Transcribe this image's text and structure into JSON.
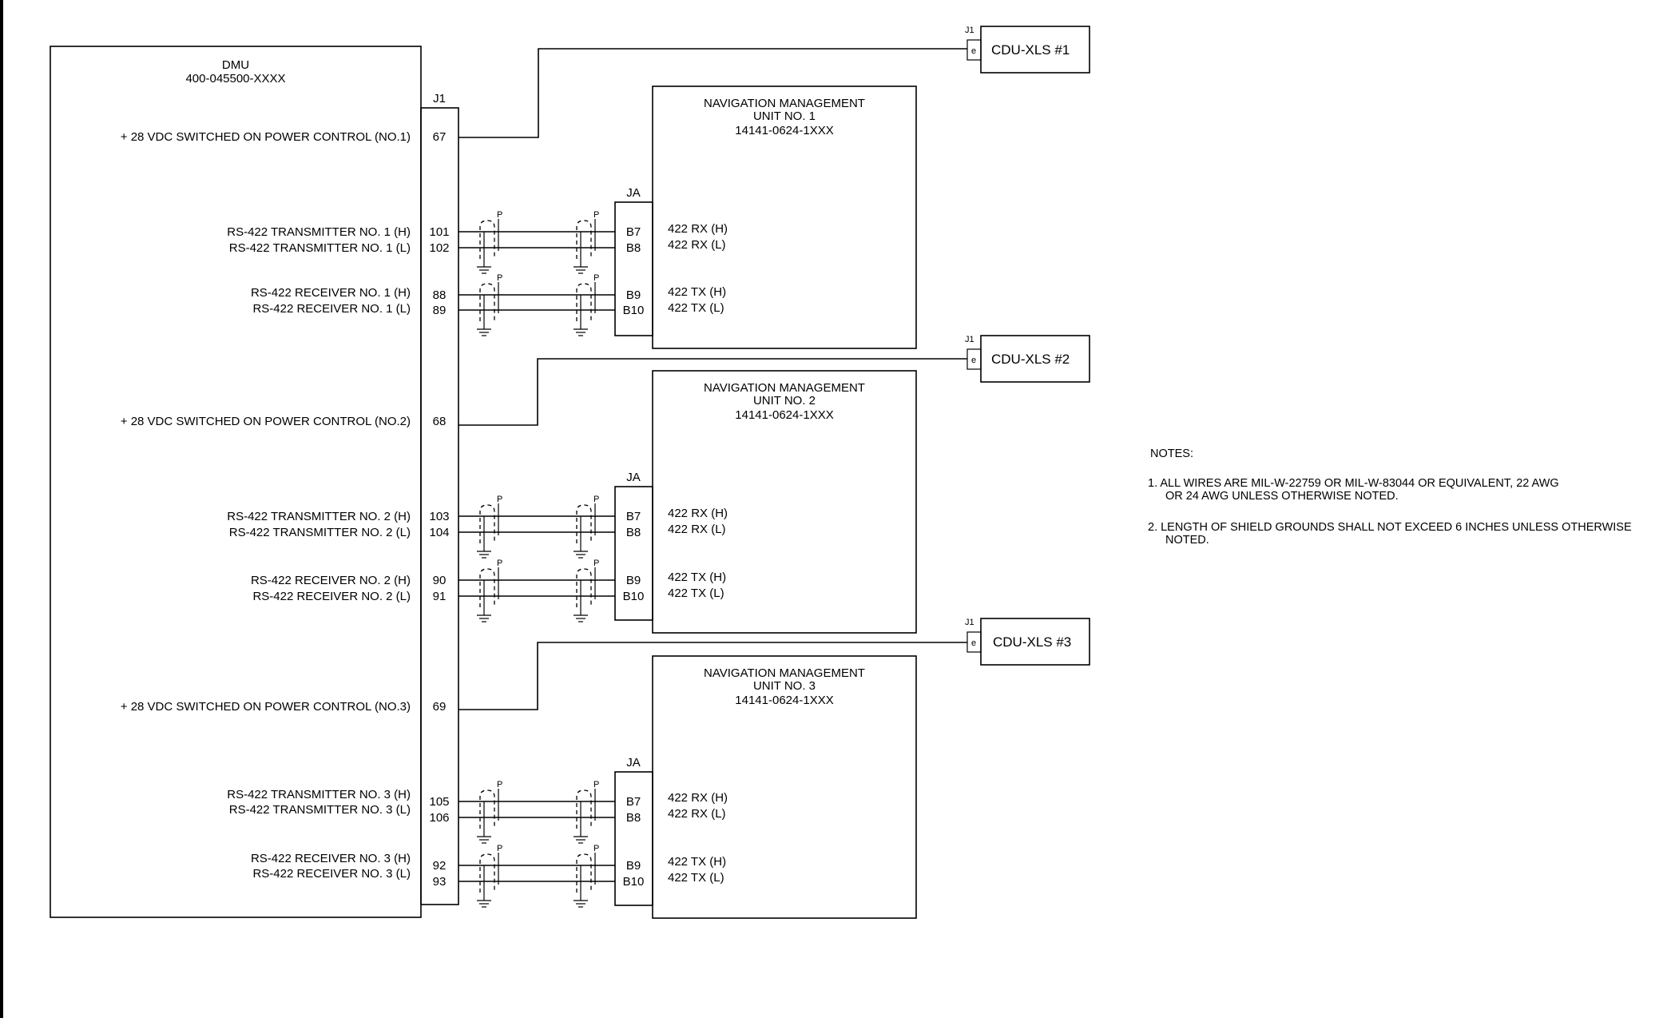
{
  "dmu": {
    "title": "DMU",
    "part_number": "400-045500-XXXX",
    "connector": "J1",
    "signals": [
      {
        "label": "+ 28 VDC SWITCHED ON POWER CONTROL (NO.1)",
        "pin": "67"
      },
      {
        "label": "RS-422 TRANSMITTER NO. 1 (H)",
        "pin": "101"
      },
      {
        "label": "RS-422 TRANSMITTER NO. 1 (L)",
        "pin": "102"
      },
      {
        "label": "RS-422 RECEIVER NO. 1 (H)",
        "pin": "88"
      },
      {
        "label": "RS-422 RECEIVER NO. 1 (L)",
        "pin": "89"
      },
      {
        "label": "+ 28 VDC SWITCHED ON POWER CONTROL (NO.2)",
        "pin": "68"
      },
      {
        "label": "RS-422 TRANSMITTER NO. 2 (H)",
        "pin": "103"
      },
      {
        "label": "RS-422 TRANSMITTER NO. 2 (L)",
        "pin": "104"
      },
      {
        "label": "RS-422 RECEIVER NO. 2 (H)",
        "pin": "90"
      },
      {
        "label": "RS-422 RECEIVER NO. 2 (L)",
        "pin": "91"
      },
      {
        "label": "+ 28 VDC SWITCHED ON POWER CONTROL (NO.3)",
        "pin": "69"
      },
      {
        "label": "RS-422 TRANSMITTER NO. 3 (H)",
        "pin": "105"
      },
      {
        "label": "RS-422 TRANSMITTER NO. 3 (L)",
        "pin": "106"
      },
      {
        "label": "RS-422 RECEIVER NO. 3 (H)",
        "pin": "92"
      },
      {
        "label": "RS-422 RECEIVER NO. 3 (L)",
        "pin": "93"
      }
    ]
  },
  "nmus": [
    {
      "title_line1": "NAVIGATION MANAGEMENT",
      "title_line2": "UNIT NO. 1",
      "part_number": "14141-0624-1XXX",
      "connector": "JA",
      "pins": [
        "B7",
        "B8",
        "B9",
        "B10"
      ],
      "signals": [
        "422 RX (H)",
        "422 RX (L)",
        "422 TX (H)",
        "422 TX (L)"
      ]
    },
    {
      "title_line1": "NAVIGATION MANAGEMENT",
      "title_line2": "UNIT NO. 2",
      "part_number": "14141-0624-1XXX",
      "connector": "JA",
      "pins": [
        "B7",
        "B8",
        "B9",
        "B10"
      ],
      "signals": [
        "422 RX (H)",
        "422 RX (L)",
        "422 TX (H)",
        "422 TX (L)"
      ]
    },
    {
      "title_line1": "NAVIGATION MANAGEMENT",
      "title_line2": "UNIT NO. 3",
      "part_number": "14141-0624-1XXX",
      "connector": "JA",
      "pins": [
        "B7",
        "B8",
        "B9",
        "B10"
      ],
      "signals": [
        "422 RX (H)",
        "422 RX (L)",
        "422 TX (H)",
        "422 TX (L)"
      ]
    }
  ],
  "cdus": [
    {
      "label": "CDU-XLS #1",
      "connector": "J1",
      "pin": "e"
    },
    {
      "label": "CDU-XLS #2",
      "connector": "J1",
      "pin": "e"
    },
    {
      "label": "CDU-XLS #3",
      "connector": "J1",
      "pin": "e"
    }
  ],
  "shield_label": "P",
  "notes": {
    "heading": "NOTES:",
    "items": [
      {
        "line1": "1. ALL WIRES ARE MIL-W-22759 OR MIL-W-83044 OR EQUIVALENT, 22 AWG",
        "line2": "OR 24 AWG UNLESS OTHERWISE NOTED."
      },
      {
        "line1": "2. LENGTH OF SHIELD GROUNDS SHALL NOT EXCEED 6 INCHES UNLESS OTHERWISE",
        "line2": "NOTED."
      }
    ]
  }
}
